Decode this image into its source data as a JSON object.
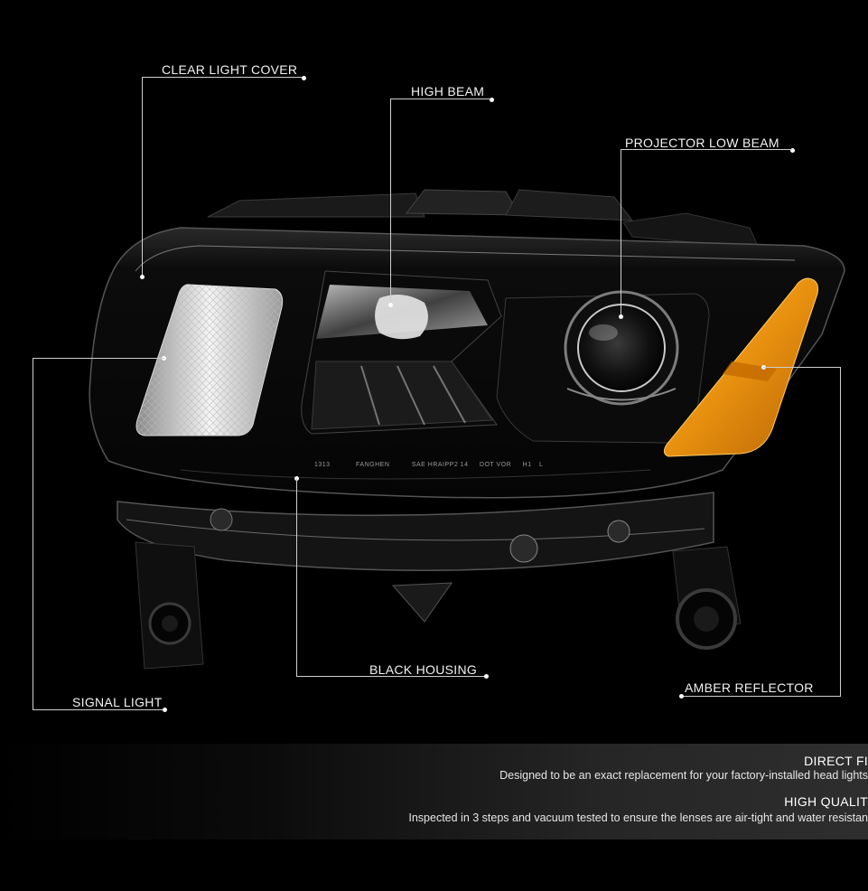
{
  "callouts": {
    "clear_light_cover": "CLEAR LIGHT COVER",
    "high_beam": "HIGH BEAM",
    "projector_low_beam": "PROJECTOR LOW BEAM",
    "signal_light": "SIGNAL LIGHT",
    "black_housing": "BLACK HOUSING",
    "amber_reflector": "AMBER REFLECTOR"
  },
  "lens_markings": {
    "code": "1313",
    "maker": "FANGHEN",
    "spec": "SAE HRAIPP2 14",
    "dot": "DOT VOR",
    "bulb": "H1",
    "side": "L"
  },
  "banner": {
    "feature1_title": "DIRECT FI",
    "feature1_text": "Designed to be an exact replacement for your factory-installed head lights",
    "feature2_title": "HIGH QUALIT",
    "feature2_text": "Inspected in 3 steps and vacuum tested to ensure the lenses are air-tight and water resistan"
  },
  "colors": {
    "background": "#000000",
    "housing": "#0a0a0a",
    "amber": "#e8900f",
    "leader_line": "#cfcfcf"
  }
}
